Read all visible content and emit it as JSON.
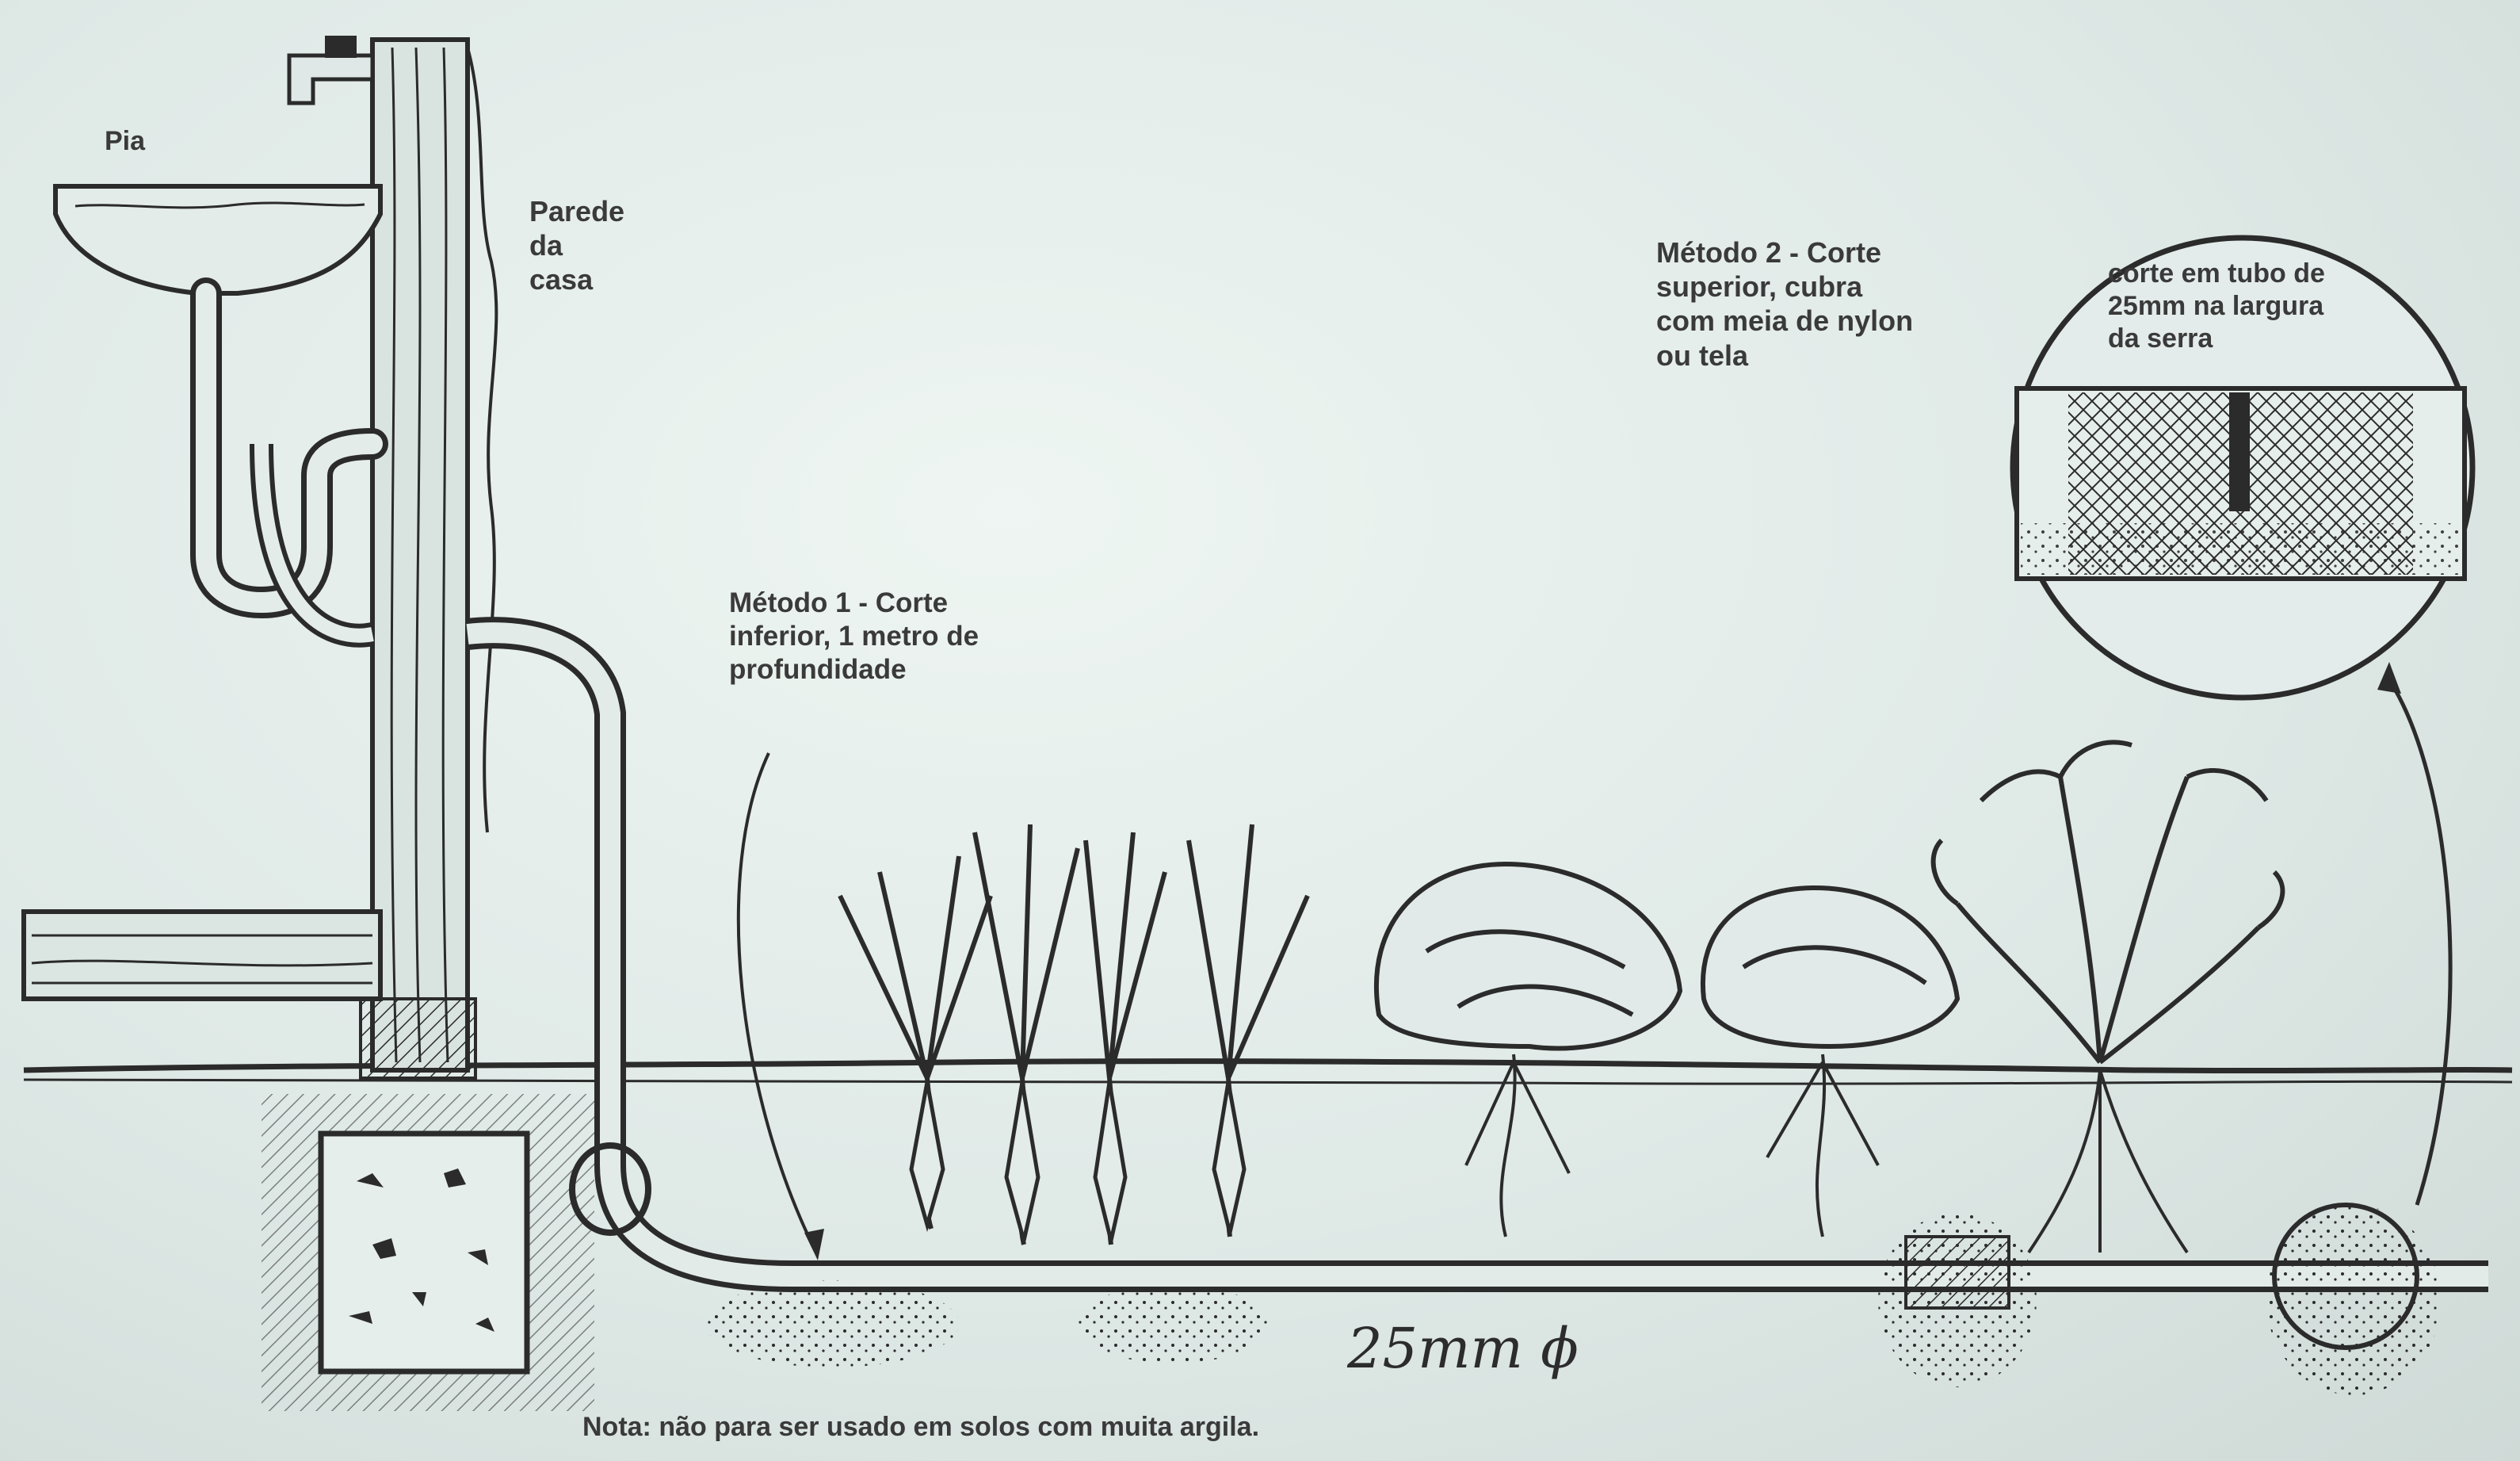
{
  "labels": {
    "pia": "Pia",
    "parede": "Parede\nda\ncasa",
    "metodo1": "Método 1 - Corte\ninferior, 1 metro de\nprofundidade",
    "metodo2": "Método 2 - Corte\nsuperior, cubra\ncom meia de nylon\nou tela",
    "detail": "corte em tubo de\n25mm na largura\nda serra",
    "pipe_size": "25mm ϕ",
    "nota": "Nota: não para ser usado em solos com muita  argila."
  },
  "colors": {
    "ink": "#2b2b2b",
    "paper": "#e3ecea",
    "label_ink": "#3a3a3a"
  }
}
